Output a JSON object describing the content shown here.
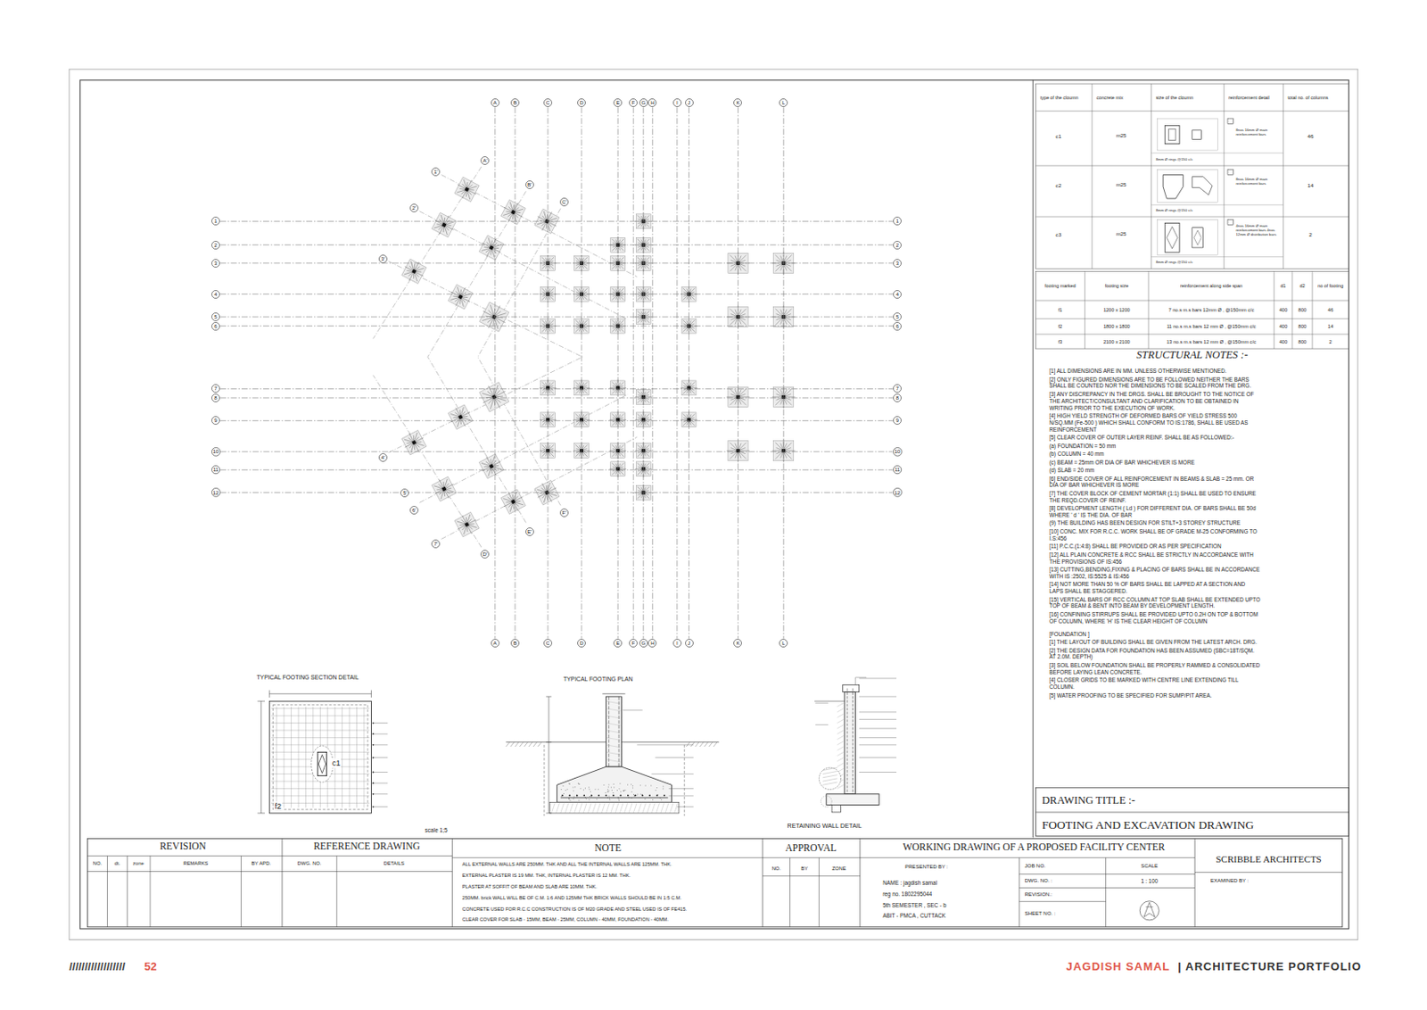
{
  "diagram": {
    "nodes": [
      {
        "text": [
          "A"
        ]
      },
      {
        "text": [
          "B"
        ]
      },
      {
        "text": [
          "C"
        ]
      },
      {
        "text": [
          "D"
        ]
      },
      {
        "text": [
          "E"
        ]
      },
      {
        "text": [
          "F"
        ]
      },
      {
        "text": [
          "G"
        ]
      },
      {
        "text": [
          "H"
        ]
      },
      {
        "text": [
          "I"
        ]
      },
      {
        "text": [
          "J"
        ]
      },
      {
        "text": [
          "K"
        ]
      },
      {
        "text": [
          "L"
        ]
      },
      {
        "text": [
          "A"
        ]
      },
      {
        "text": [
          "B"
        ]
      },
      {
        "text": [
          "C"
        ]
      },
      {
        "text": [
          "D"
        ]
      },
      {
        "text": [
          "E"
        ]
      },
      {
        "text": [
          "F"
        ]
      },
      {
        "text": [
          "G"
        ]
      },
      {
        "text": [
          "H"
        ]
      },
      {
        "text": [
          "I"
        ]
      },
      {
        "text": [
          "J"
        ]
      },
      {
        "text": [
          "K"
        ]
      },
      {
        "text": [
          "L"
        ]
      },
      {
        "text": [
          "1"
        ]
      },
      {
        "text": [
          "2"
        ]
      },
      {
        "text": [
          "3"
        ]
      },
      {
        "text": [
          "4"
        ]
      },
      {
        "text": [
          "5"
        ]
      },
      {
        "text": [
          "6"
        ]
      },
      {
        "text": [
          "7"
        ]
      },
      {
        "text": [
          "8"
        ]
      },
      {
        "text": [
          "9"
        ]
      },
      {
        "text": [
          "10"
        ]
      },
      {
        "text": [
          "11"
        ]
      },
      {
        "text": [
          "12"
        ]
      },
      {
        "text": [
          "1"
        ]
      },
      {
        "text": [
          "2"
        ]
      },
      {
        "text": [
          "3"
        ]
      },
      {
        "text": [
          "4"
        ]
      },
      {
        "text": [
          "5"
        ]
      },
      {
        "text": [
          "6"
        ]
      },
      {
        "text": [
          "7"
        ]
      },
      {
        "text": [
          "8"
        ]
      },
      {
        "text": [
          "9"
        ]
      },
      {
        "text": [
          "10"
        ]
      },
      {
        "text": [
          "11"
        ]
      },
      {
        "text": [
          "12"
        ]
      },
      {
        "text": [
          "1'"
        ]
      },
      {
        "text": [
          "2'"
        ]
      },
      {
        "text": [
          "3'"
        ]
      },
      {
        "text": [
          "A'"
        ]
      },
      {
        "text": [
          "B'"
        ]
      },
      {
        "text": [
          "C'"
        ]
      },
      {
        "text": [
          "4'"
        ]
      },
      {
        "text": [
          "5'"
        ]
      },
      {
        "text": [
          "6'"
        ]
      },
      {
        "text": [
          "7'"
        ]
      },
      {
        "text": [
          "D'"
        ]
      },
      {
        "text": [
          "E'"
        ]
      },
      {
        "text": [
          "F'"
        ]
      }
    ],
    "edges": [
      {
        "from": 0,
        "to": 12,
        "arrow": "none"
      },
      {
        "from": 1,
        "to": 13,
        "arrow": "none"
      },
      {
        "from": 2,
        "to": 14,
        "arrow": "none"
      },
      {
        "from": 3,
        "to": 15,
        "arrow": "none"
      },
      {
        "from": 4,
        "to": 16,
        "arrow": "none"
      },
      {
        "from": 5,
        "to": 17,
        "arrow": "none"
      },
      {
        "from": 6,
        "to": 18,
        "arrow": "none"
      },
      {
        "from": 7,
        "to": 19,
        "arrow": "none"
      },
      {
        "from": 8,
        "to": 20,
        "arrow": "none"
      },
      {
        "from": 9,
        "to": 21,
        "arrow": "none"
      },
      {
        "from": 10,
        "to": 22,
        "arrow": "none"
      },
      {
        "from": 11,
        "to": 23,
        "arrow": "none"
      },
      {
        "from": 24,
        "to": 36,
        "arrow": "none"
      },
      {
        "from": 25,
        "to": 37,
        "arrow": "none"
      },
      {
        "from": 26,
        "to": 38,
        "arrow": "none"
      },
      {
        "from": 27,
        "to": 39,
        "arrow": "none"
      },
      {
        "from": 28,
        "to": 40,
        "arrow": "none"
      },
      {
        "from": 29,
        "to": 41,
        "arrow": "none"
      },
      {
        "from": 30,
        "to": 42,
        "arrow": "none"
      },
      {
        "from": 31,
        "to": 43,
        "arrow": "none"
      },
      {
        "from": 32,
        "to": 44,
        "arrow": "none"
      },
      {
        "from": 33,
        "to": 45,
        "arrow": "none"
      },
      {
        "from": 34,
        "to": 46,
        "arrow": "none"
      },
      {
        "from": 35,
        "to": 47,
        "arrow": "none"
      }
    ],
    "labels": [
      "TYPICAL FOOTING SECTION DETAIL",
      "c1",
      "f2",
      "scale 1;5",
      "TYPICAL FOOTING PLAN",
      "RETAINING WALL DETAIL",
      "type of the cloumn",
      "concrete mix",
      "size of the cloumn",
      "reinforcement detail",
      "total no. of columns",
      "c1",
      "m25",
      "8nos 16mm Ø main reinforcement bars",
      "8mm Ø rings @150 c/c",
      "46",
      "c2",
      "m25",
      "8nos 16mm Ø main reinforcement bars",
      "8mm Ø rings @150 c/c",
      "14",
      "c3",
      "m25",
      "4nos 16mm Ø main reinforcement bars 4nos 12mm Ø distribution bars",
      "8mm Ø rings @150 c/c",
      "2",
      "footing marked",
      "footing size",
      "reinforcement along side span",
      "d1",
      "d2",
      "no of footing",
      "f1",
      "1200 x 1200",
      "7 no.s m.s bars 12mm Ø , @150mm c/c",
      "400",
      "800",
      "46",
      "f2",
      "1800 x 1800",
      "11 no.s m.s bars 12 mm Ø , @150mm c/c",
      "400",
      "800",
      "14",
      "f3",
      "2100 x 2100",
      "13 no.s m.s bars 12 mm Ø , @150mm c/c",
      "400",
      "800",
      "2",
      "STRUCTURAL NOTES :-",
      "[1] ALL DIMENSIONS ARE IN MM. UNLESS OTHERWISE MENTIONED.",
      "[2] ONLY FIGURED DIMENSIONS ARE TO BE FOLLOWED NEITHER THE BARS SHALL BE COUNTED NOR THE DIMENSIONS TO BE SCALED FROM THE DRG.",
      "[3] ANY DISCREPANCY IN THE DRGS. SHALL BE BROUGHT TO THE NOTICE OF THE ARCHITECT/CONSULTANT AND CLARIFICATION TO BE OBTAINED IN WRITING PRIOR TO THE EXECUTION OF WORK.",
      "[4] HIGH YIELD STRENGTH OF DEFORMED BARS OF YIELD STRESS 500 N/SQ.MM (Fe-500 ) WHICH SHALL CONFORM TO IS:1786, SHALL BE USED AS REINFORCEMENT",
      "[5] CLEAR COVER OF OUTER LAYER REINF. SHALL BE AS FOLLOWED:-",
      "(a) FOUNDATION = 50 mm",
      "(b) COLUMN = 40 mm",
      "(c) BEAM = 25mm OR DIA OF BAR WHICHEVER IS MORE",
      "(d) SLAB = 20 mm",
      "[6] END/SIDE COVER OF ALL REINFORCEMENT IN BEAMS & SLAB = 25 mm. OR DIA OF BAR WHICHEVER IS MORE",
      "[7] THE COVER BLOCK OF CEMENT MORTAR (1:1) SHALL BE USED TO ENSURE THE REQD.COVER OF REINF.",
      "[8] DEVELOPMENT LENGTH ( Ld ) FOR DIFFERENT DIA. OF BARS SHALL BE 50d WHERE ' d ' IS THE DIA. OF BAR",
      "(9) THE BUILDING HAS BEEN DESIGN FOR STILT+3 STOREY STRUCTURE",
      "[10] CONC. MIX FOR R.C.C. WORK SHALL BE OF GRADE M-25 CONFORMING TO I.S:456",
      "[11] P.C.C.(1:4:8) SHALL BE PROVIDED OR AS PER SPECIFICATION",
      "[12] ALL PLAIN CONCRETE & RCC SHALL BE STRICTLY IN ACCORDANCE WITH THE PROVISIONS OF IS:456",
      "[13] CUTTING,BENDING,FIXING & PLACING OF BARS SHALL BE IN ACCORDANCE WITH IS :2502, IS:5525 & IS:456",
      "[14] NOT MORE THAN 50 % OF BARS SHALL BE LAPPED AT A SECTION AND LAPS SHALL BE STAGGERED.",
      "[15] VERTICAL BARS OF RCC COLUMN AT TOP SLAB SHALL BE EXTENDED UPTO TOP OF BEAM & BENT INTO BEAM BY DEVELOPMENT LENGTH.",
      "[16] CONFINING STIRRUPS SHALL BE PROVIDED UPTO 0.2H ON TOP & BOTTOM OF COLUMN, WHERE 'H' IS THE CLEAR HEIGHT OF COLUMN",
      "[FOUNDATION ]",
      "[1] THE LAYOUT OF BUILDING SHALL BE GIVEN FROM THE LATEST ARCH. DRG.",
      "[2] THE DESIGN DATA FOR FOUNDATION HAS BEEN ASSUMED (SBC=18T/SQM. AT 2.0M. DEPTH)",
      "[3] SOIL BELOW FOUNDATION SHALL BE PROPERLY RAMMED & CONSOLIDATED BEFORE LAYING LEAN CONCRETE.",
      "[4] CLOSER GRIDS TO BE MARKED WITH CENTRE LINE EXTENDING TILL COLUMN.",
      "[5] WATER PROOFING TO BE SPECIFIED FOR SUMP/PIT AREA.",
      "DRAWING TITLE :-",
      "FOOTING AND EXCAVATION DRAWING",
      "REVISION",
      "NO.",
      "dt.",
      "zone",
      "REMARKS",
      "BY APD.",
      "REFERENCE DRAWING",
      "DWG. NO.",
      "DETAILS",
      "NOTE",
      "ALL EXTERNAL WALLS ARE 250MM. THK AND ALL THE INTERNAL WALLS ARE 125MM. THK.",
      "EXTERNAL PLASTER IS 19 MM. THK, INTERNAL PLASTER IS 12 MM. THK.",
      "PLASTER AT SOFFIT OF BEAM AND SLAB ARE 10MM. THK.",
      "250MM. brick WALL WILL BE OF C.M. 1:6 AND 125MM THK BRICK WALLS SHOULD BE IN 1:5 C.M.",
      "CONCRETE USED FOR R.C.C CONSTRUCTION IS OF M20 GRADE AND STEEL USED IS OF FE415.",
      "CLEAR COVER FOR SLAB - 15MM, BEAM - 25MM, COLUMN - 40MM, FOUNDATION - 40MM.",
      "APPROVAL",
      "NO.",
      "BY",
      "ZONE",
      "WORKING DRAWING OF A PROPOSED FACILITY CENTER",
      "PRESENTED BY :",
      "NAME : jagdish samal",
      "reg no. 1802295044",
      "5th SEMESTER , SEC - b",
      "ABIT - PMCA , CUTTACK",
      "JOB NO.",
      "DWG. NO. :",
      "REVISION.:",
      "SHEET NO. :",
      "SCALE",
      "1 : 100",
      "SCRIBBLE ARCHITECTS",
      "EXAMINED BY :",
      "//////////////////",
      "52",
      "JAGDISH SAMAL",
      "| ARCHITECTURE PORTFOLIO"
    ]
  }
}
